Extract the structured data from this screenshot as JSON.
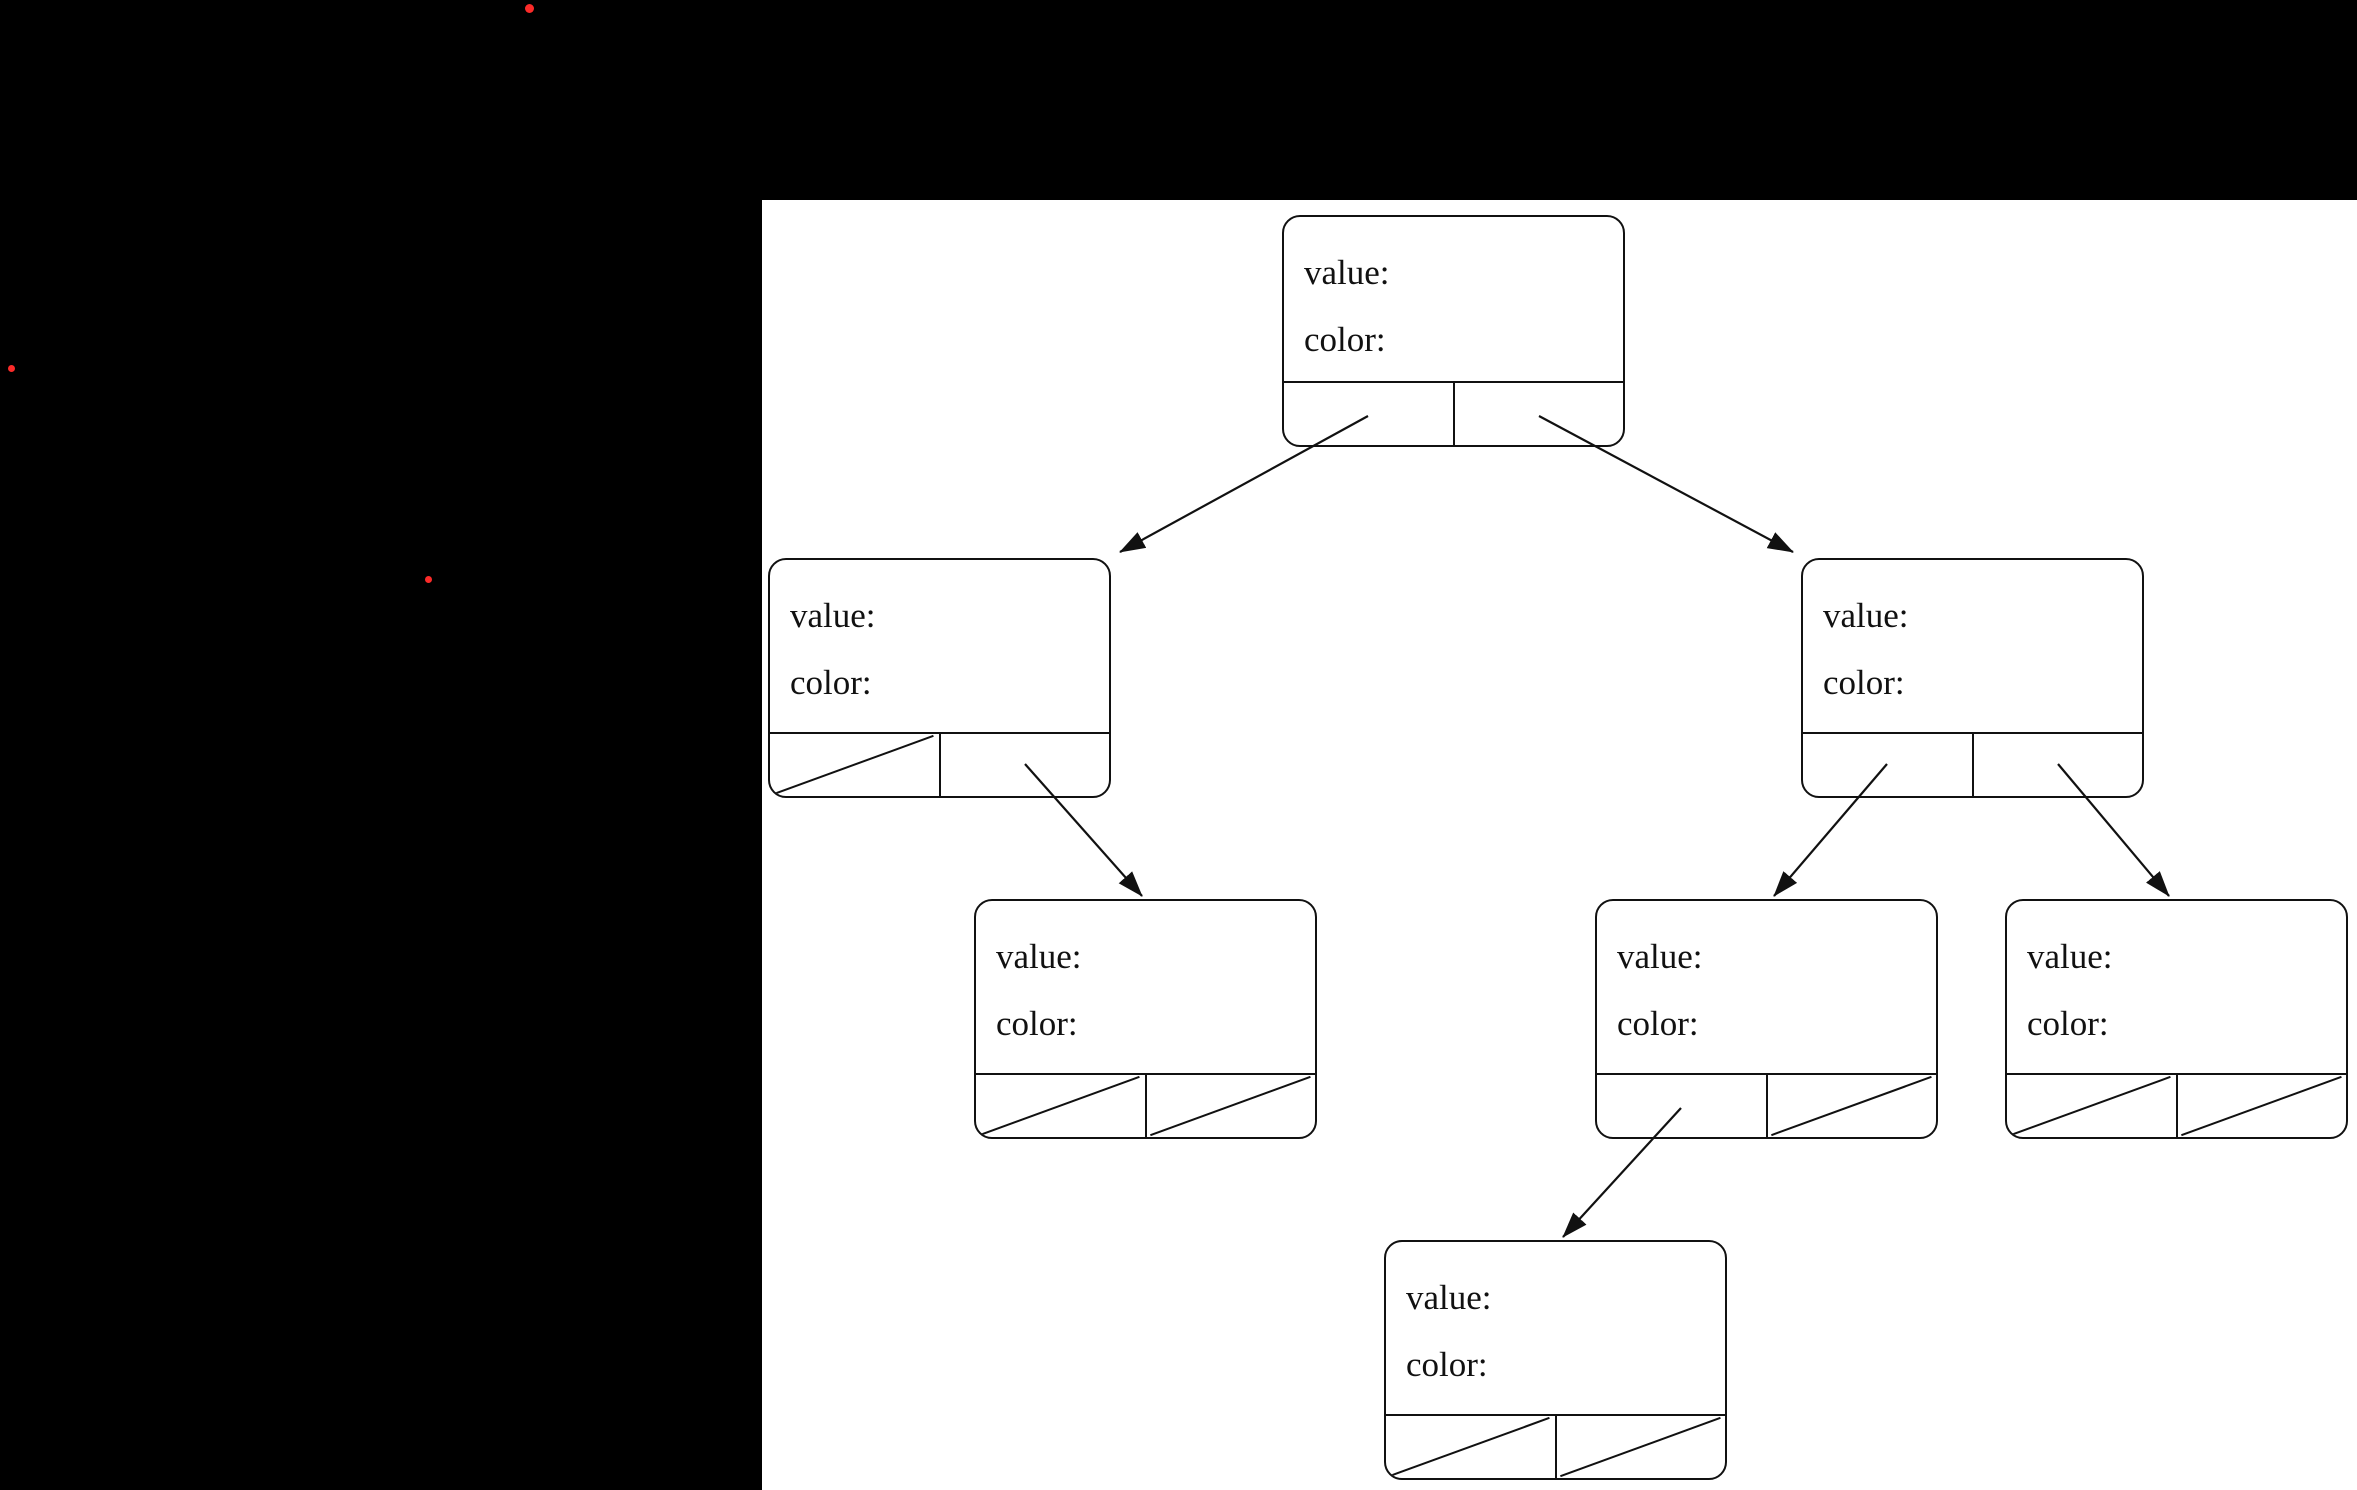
{
  "canvas": {
    "background_color": "#000000",
    "panel_background_color": "#ffffff",
    "line_color": "#111111",
    "red_dot_color": "#fb2b29"
  },
  "diagram": {
    "type": "binary-tree-diagram",
    "nodes": [
      {
        "id": "root",
        "value_label": "value:",
        "color_label": "color:",
        "left_child": "L",
        "right_child": "R"
      },
      {
        "id": "L",
        "value_label": "value:",
        "color_label": "color:",
        "left_child": null,
        "right_child": "LR"
      },
      {
        "id": "R",
        "value_label": "value:",
        "color_label": "color:",
        "left_child": "RL",
        "right_child": "RR"
      },
      {
        "id": "LR",
        "value_label": "value:",
        "color_label": "color:",
        "left_child": null,
        "right_child": null
      },
      {
        "id": "RL",
        "value_label": "value:",
        "color_label": "color:",
        "left_child": "RLL",
        "right_child": null
      },
      {
        "id": "RR",
        "value_label": "value:",
        "color_label": "color:",
        "left_child": null,
        "right_child": null
      },
      {
        "id": "RLL",
        "value_label": "value:",
        "color_label": "color:",
        "left_child": null,
        "right_child": null
      }
    ]
  }
}
